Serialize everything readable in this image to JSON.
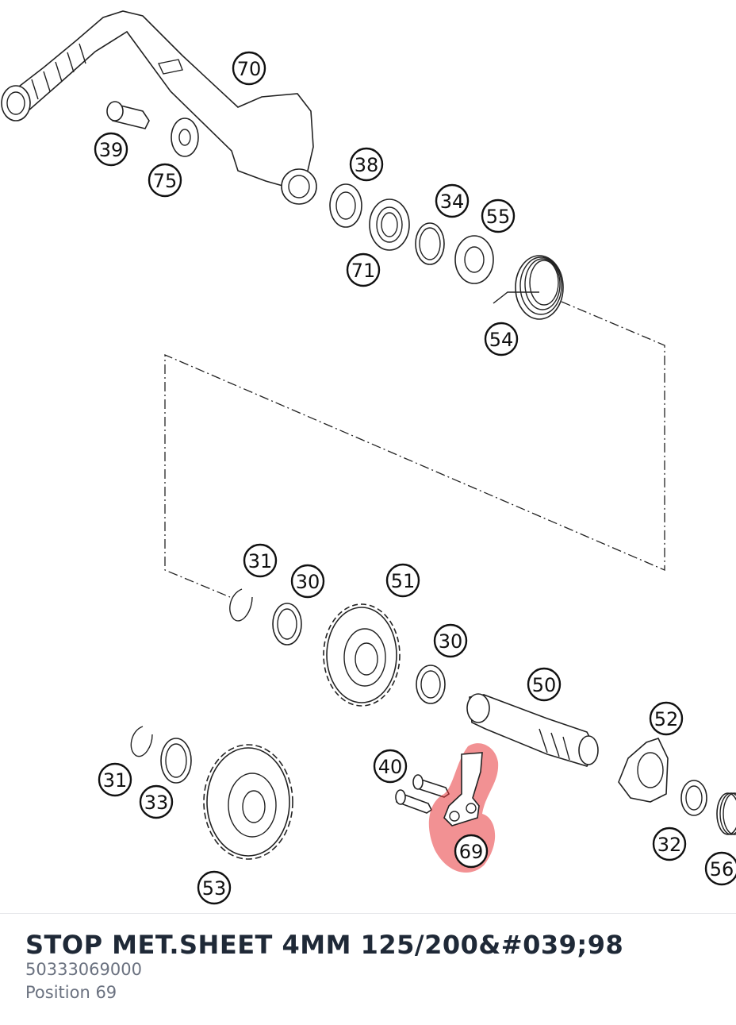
{
  "diagram": {
    "labels": [
      "70",
      "39",
      "75",
      "38",
      "34",
      "55",
      "71",
      "54",
      "31",
      "30",
      "51",
      "30",
      "50",
      "52",
      "40",
      "31",
      "33",
      "53",
      "69",
      "32",
      "56"
    ],
    "highlight": {
      "label": "69",
      "color": "#e8363b"
    }
  },
  "part": {
    "title": "STOP MET.SHEET 4MM 125/200&#039;98",
    "number": "50333069000",
    "position": "Position 69"
  }
}
